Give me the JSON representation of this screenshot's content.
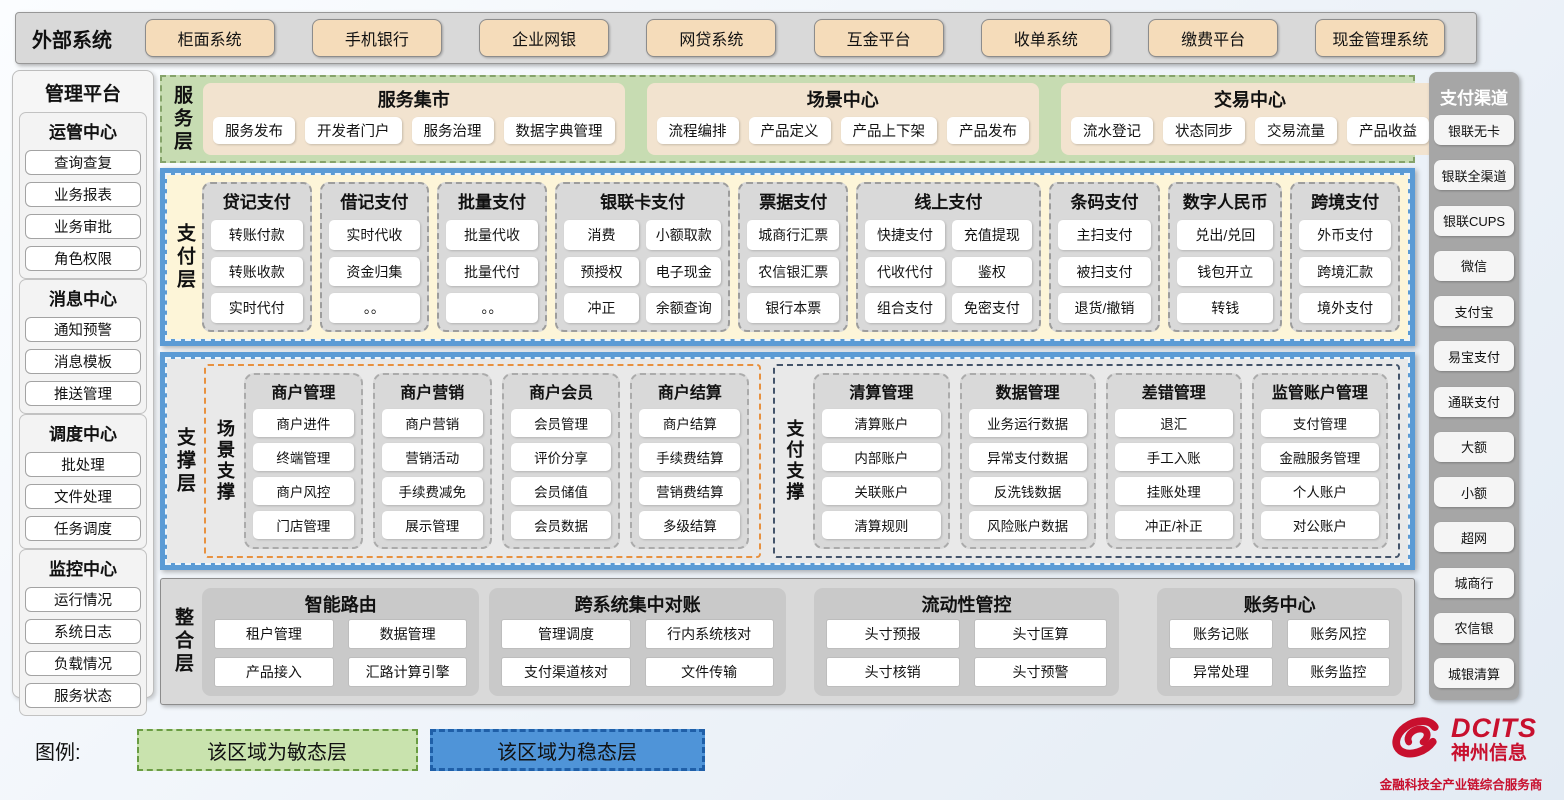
{
  "colors": {
    "stable_blue": "#5b9bd5",
    "agile_green": "#c7dcb2",
    "scene_orange": "#e8913f",
    "payment_support_navy": "#44546a",
    "brand_red": "#c8102e"
  },
  "external_systems": {
    "label": "外部系统",
    "items": [
      "柜面系统",
      "手机银行",
      "企业网银",
      "网贷系统",
      "互金平台",
      "收单系统",
      "缴费平台",
      "现金管理系统"
    ]
  },
  "management_platform": {
    "title": "管理平台",
    "groups": [
      {
        "title": "运管中心",
        "items": [
          "查询查复",
          "业务报表",
          "业务审批",
          "角色权限"
        ]
      },
      {
        "title": "消息中心",
        "items": [
          "通知预警",
          "消息模板",
          "推送管理"
        ]
      },
      {
        "title": "调度中心",
        "items": [
          "批处理",
          "文件处理",
          "任务调度"
        ]
      },
      {
        "title": "监控中心",
        "items": [
          "运行情况",
          "系统日志",
          "负载情况",
          "服务状态"
        ]
      }
    ]
  },
  "service_layer": {
    "label": "服务层",
    "panels": [
      {
        "title": "服务集市",
        "flex": 1,
        "items": [
          "服务发布",
          "开发者门户",
          "服务治理",
          "数据字典管理"
        ]
      },
      {
        "title": "场景中心",
        "flex": 1.12,
        "items": [
          "流程编排",
          "产品定义",
          "产品上下架",
          "产品发布"
        ]
      },
      {
        "title": "交易中心",
        "flex": 1.06,
        "items": [
          "流水登记",
          "状态同步",
          "交易流量",
          "产品收益"
        ]
      }
    ]
  },
  "payment_layer": {
    "label": "支付层",
    "columns": [
      {
        "title": "贷记支付",
        "flex": 1,
        "rows": [
          [
            "转账付款"
          ],
          [
            "转账收款"
          ],
          [
            "实时代付"
          ]
        ]
      },
      {
        "title": "借记支付",
        "flex": 1,
        "rows": [
          [
            "实时代收"
          ],
          [
            "资金归集"
          ],
          [
            "。。"
          ]
        ]
      },
      {
        "title": "批量支付",
        "flex": 1,
        "rows": [
          [
            "批量代收"
          ],
          [
            "批量代付"
          ],
          [
            "。。"
          ]
        ]
      },
      {
        "title": "银联卡支付",
        "flex": 1.72,
        "rows": [
          [
            "消费",
            "小额取款"
          ],
          [
            "预授权",
            "电子现金"
          ],
          [
            "冲正",
            "余额查询"
          ]
        ]
      },
      {
        "title": "票据支付",
        "flex": 1,
        "rows": [
          [
            "城商行汇票"
          ],
          [
            "农信银汇票"
          ],
          [
            "银行本票"
          ]
        ]
      },
      {
        "title": "线上支付",
        "flex": 1.82,
        "rows": [
          [
            "快捷支付",
            "充值提现"
          ],
          [
            "代收代付",
            "鉴权"
          ],
          [
            "组合支付",
            "免密支付"
          ]
        ]
      },
      {
        "title": "条码支付",
        "flex": 1.02,
        "rows": [
          [
            "主扫支付"
          ],
          [
            "被扫支付"
          ],
          [
            "退货/撤销"
          ]
        ]
      },
      {
        "title": "数字人民币",
        "flex": 1.05,
        "rows": [
          [
            "兑出/兑回"
          ],
          [
            "钱包开立"
          ],
          [
            "转钱"
          ]
        ]
      },
      {
        "title": "跨境支付",
        "flex": 1,
        "rows": [
          [
            "外币支付"
          ],
          [
            "跨境汇款"
          ],
          [
            "境外支付"
          ]
        ]
      }
    ]
  },
  "support_layer": {
    "label": "支撑层",
    "sections": [
      {
        "label": "场景支撑",
        "type": "scene",
        "flex": 1,
        "columns": [
          {
            "title": "商户管理",
            "items": [
              "商户进件",
              "终端管理",
              "商户风控",
              "门店管理"
            ]
          },
          {
            "title": "商户营销",
            "items": [
              "商户营销",
              "营销活动",
              "手续费减免",
              "展示管理"
            ]
          },
          {
            "title": "商户会员",
            "items": [
              "会员管理",
              "评价分享",
              "会员储值",
              "会员数据"
            ]
          },
          {
            "title": "商户结算",
            "items": [
              "商户结算",
              "手续费结算",
              "营销费结算",
              "多级结算"
            ]
          }
        ]
      },
      {
        "label": "支付支撑",
        "type": "payment",
        "flex": 1.13,
        "columns": [
          {
            "title": "清算管理",
            "items": [
              "清算账户",
              "内部账户",
              "关联账户",
              "清算规则"
            ]
          },
          {
            "title": "数据管理",
            "items": [
              "业务运行数据",
              "异常支付数据",
              "反洗钱数据",
              "风险账户数据"
            ]
          },
          {
            "title": "差错管理",
            "items": [
              "退汇",
              "手工入账",
              "挂账处理",
              "冲正/补正"
            ]
          },
          {
            "title": "监管账户管理",
            "items": [
              "支付管理",
              "金融服务管理",
              "个人账户",
              "对公账户"
            ]
          }
        ]
      }
    ]
  },
  "integration_layer": {
    "label": "整合层",
    "panels": [
      {
        "title": "智能路由",
        "flex": 2.7,
        "ml": 0,
        "items": [
          "租户管理",
          "数据管理",
          "产品接入",
          "汇路计算引擎"
        ]
      },
      {
        "title": "跨系统集中对账",
        "flex": 2.9,
        "ml": 0,
        "items": [
          "管理调度",
          "行内系统核对",
          "支付渠道核对",
          "文件传输"
        ]
      },
      {
        "title": "流动性管控",
        "flex": 3.0,
        "ml": 18,
        "items": [
          "头寸预报",
          "头寸匡算",
          "头寸核销",
          "头寸预警"
        ]
      },
      {
        "title": "账务中心",
        "flex": 2.35,
        "ml": 28,
        "items": [
          "账务记账",
          "账务风控",
          "异常处理",
          "账务监控"
        ]
      }
    ]
  },
  "payment_channels": {
    "title": "支付渠道",
    "items": [
      "银联无卡",
      "银联全渠道",
      "银联CUPS",
      "微信",
      "支付宝",
      "易宝支付",
      "通联支付",
      "大额",
      "小额",
      "超网",
      "城商行",
      "农信银",
      "城银清算"
    ]
  },
  "legend": {
    "label": "图例:",
    "agile": "该区域为敏态层",
    "stable": "该区域为稳态层"
  },
  "logo": {
    "name": "DCITS",
    "company": "神州信息",
    "tagline": "金融科技全产业链综合服务商"
  }
}
